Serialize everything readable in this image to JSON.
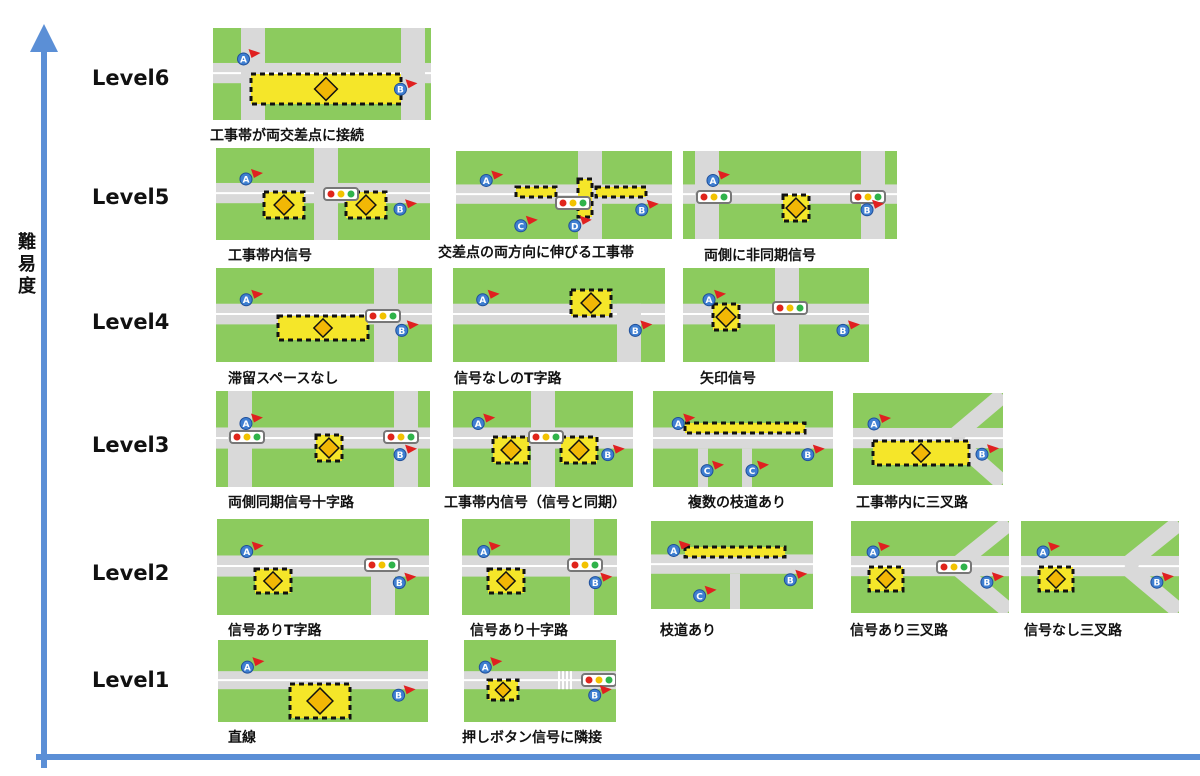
{
  "y_axis_label": "難易度",
  "levels": [
    "Level6",
    "Level5",
    "Level4",
    "Level3",
    "Level2",
    "Level1"
  ],
  "colors": {
    "axis": "#5b8fd6",
    "grass": "#8ccb5e",
    "road": "#d9d9d9",
    "zone_yellow": "#f5e629",
    "zone_black": "#111111",
    "sign": "#f2b705",
    "flag": "#e02020",
    "marker": "#3f7fd1"
  },
  "scenarios": [
    {
      "level": "Level6",
      "caption": "工事帯が両交差点に接続",
      "markers": [
        "A",
        "B"
      ]
    },
    {
      "level": "Level5",
      "caption": "工事帯内信号",
      "markers": [
        "A",
        "B"
      ]
    },
    {
      "level": "Level5",
      "caption": "交差点の両方向に伸びる工事帯",
      "markers": [
        "A",
        "B",
        "C",
        "D"
      ]
    },
    {
      "level": "Level5",
      "caption": "両側に非同期信号",
      "markers": [
        "A",
        "B"
      ]
    },
    {
      "level": "Level4",
      "caption": "滞留スペースなし",
      "markers": [
        "A",
        "B"
      ]
    },
    {
      "level": "Level4",
      "caption": "信号なしのT字路",
      "markers": [
        "A",
        "B"
      ]
    },
    {
      "level": "Level4",
      "caption": "矢印信号",
      "markers": [
        "A",
        "B"
      ]
    },
    {
      "level": "Level3",
      "caption": "両側同期信号十字路",
      "markers": [
        "A",
        "B"
      ]
    },
    {
      "level": "Level3",
      "caption": "工事帯内信号（信号と同期）",
      "markers": [
        "A",
        "B"
      ]
    },
    {
      "level": "Level3",
      "caption": "複数の枝道あり",
      "markers": [
        "A",
        "B",
        "C",
        "C"
      ]
    },
    {
      "level": "Level3",
      "caption": "工事帯内に三叉路",
      "markers": [
        "A",
        "B"
      ]
    },
    {
      "level": "Level2",
      "caption": "信号ありT字路",
      "markers": [
        "A",
        "B"
      ]
    },
    {
      "level": "Level2",
      "caption": "信号あり十字路",
      "markers": [
        "A",
        "B"
      ]
    },
    {
      "level": "Level2",
      "caption": "枝道あり",
      "markers": [
        "A",
        "B",
        "C"
      ]
    },
    {
      "level": "Level2",
      "caption": "信号あり三叉路",
      "markers": [
        "A",
        "B"
      ]
    },
    {
      "level": "Level2",
      "caption": "信号なし三叉路",
      "markers": [
        "A",
        "B"
      ]
    },
    {
      "level": "Level1",
      "caption": "直線",
      "markers": [
        "A",
        "B"
      ]
    },
    {
      "level": "Level1",
      "caption": "押しボタン信号に隣接",
      "markers": [
        "A",
        "B"
      ]
    }
  ]
}
